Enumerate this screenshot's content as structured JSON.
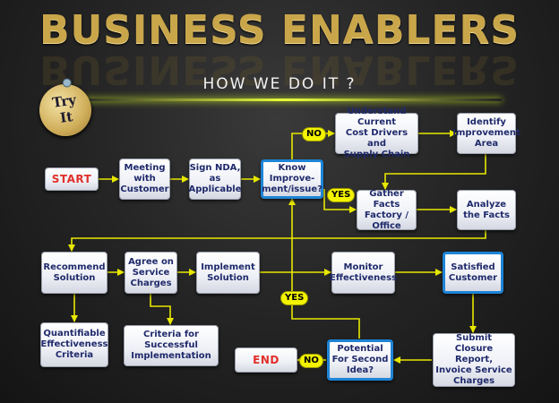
{
  "header": {
    "title": "BUSINESS ENABLERS",
    "subtitle": "HOW WE DO IT ?",
    "badge_line1": "Try",
    "badge_line2": "It"
  },
  "colors": {
    "gold": "#c9a64a",
    "node_text": "#1f2a6b",
    "highlight_border": "#1e84d6",
    "terminal_text": "#e0302a",
    "connector": "#e8e800"
  },
  "nodes": {
    "start": "START",
    "meeting": "Meeting\nwith\nCustomer",
    "sign_nda": "Sign NDA,\nas\nApplicable",
    "know_improvement": "Know\nImprove-\nment/issue?",
    "understand_cost": "Understand Current\nCost Drivers and\nSupply Chain",
    "identify_improvement": "Identify\nImprovement\nArea",
    "gather_facts": "Gather Facts\nFactory /\nOffice",
    "analyze_facts": "Analyze\nthe Facts",
    "recommend": "Recommend\nSolution",
    "agree_charges": "Agree on\nService\nCharges",
    "implement": "Implement\nSolution",
    "monitor": "Monitor\nEffectiveness",
    "satisfied": "Satisfied\nCustomer",
    "quantifiable": "Quantifiable\nEffectiveness\nCriteria",
    "criteria_success": "Criteria for\nSuccessful\nImplementation",
    "potential_second": "Potential\nFor Second\nIdea?",
    "submit_closure": "Submit\nClosure Report,\nInvoice Service\nCharges",
    "end": "END"
  },
  "labels": {
    "no_top": "NO",
    "yes_mid": "YES",
    "yes_bottom": "YES",
    "no_bottom": "NO"
  }
}
